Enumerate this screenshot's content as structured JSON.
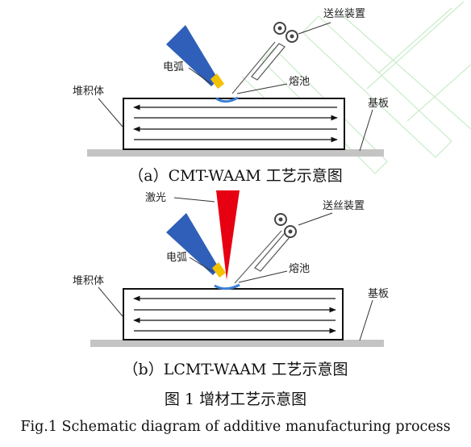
{
  "panel_a": {
    "caption": "（a）CMT-WAAM 工艺示意图",
    "labels": {
      "feeder": "送丝装置",
      "arc": "电弧",
      "pool": "熔池",
      "deposit": "堆积体",
      "substrate": "基板"
    }
  },
  "panel_b": {
    "caption": "（b）LCMT-WAAM 工艺示意图",
    "labels": {
      "laser": "激光",
      "feeder": "送丝装置",
      "arc": "电弧",
      "pool": "熔池",
      "deposit": "堆积体",
      "substrate": "基板"
    }
  },
  "figure_caption": "图 1  增材工艺示意图",
  "figure_caption_en": "Fig.1 Schematic diagram of additive manufacturing process",
  "colors": {
    "torch": "#2f5fb8",
    "laser": "#e60012",
    "tip": "#f2c200",
    "pool": "#3b7fd4",
    "substrate": "#c4c4c4",
    "watermark": "#b8e8b8"
  }
}
